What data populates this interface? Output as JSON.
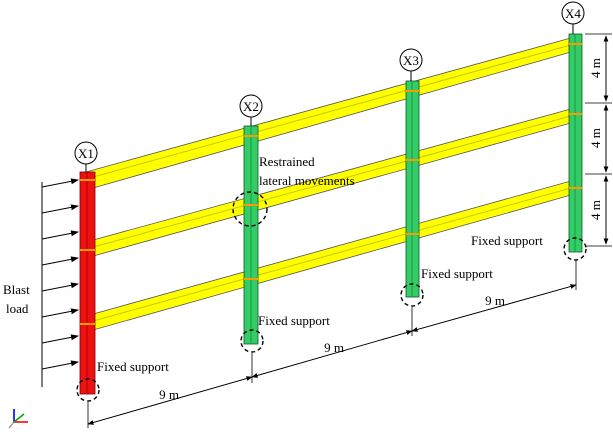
{
  "grid_labels": [
    "X1",
    "X2",
    "X3",
    "X4"
  ],
  "labels": {
    "restrained_line1": "Restrained",
    "restrained_line2": "lateral movements",
    "fixed_support": "Fixed support",
    "blast_line1": "Blast",
    "blast_line2": "load"
  },
  "dimensions": {
    "span_1": "9 m",
    "span_2": "9 m",
    "span_3": "9 m",
    "height_1": "4 m",
    "height_2": "4 m",
    "height_3": "4 m"
  },
  "colors": {
    "beam": "#ffff00",
    "loaded_column": "#ee1111",
    "column": "#33cc66",
    "joint": "#ff9900"
  },
  "axis_icon": "xyz-axis-triad-icon"
}
